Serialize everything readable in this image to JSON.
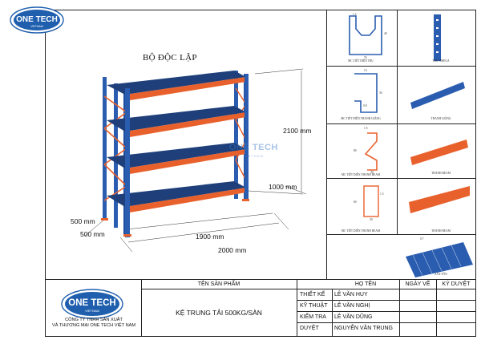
{
  "brand": {
    "logo_text": "ONE TECH",
    "logo_sub": "VIETNAM",
    "company_line1": "CÔNG TY TNHH SẢN XUẤT",
    "company_line2": "VÀ THƯƠNG MẠI ONE TECH VIỆT NAM",
    "primary_color": "#1f5fae",
    "accent_color": "#e8612c"
  },
  "drawing": {
    "title": "BỘ ĐỘC LẬP",
    "dims": {
      "height": "2100 mm",
      "depth": "1000 mm",
      "width_inner": "1900 mm",
      "width_total": "2000 mm",
      "side_a": "500 mm",
      "side_b": "500 mm"
    }
  },
  "details": {
    "upright_section": "MC TIẾT DIỆN TRỤ",
    "upright_omega": "TRỤ OMEGA",
    "brace_section": "MC TIẾT DIỆN THANH GIẰNG",
    "brace": "THANH GIẰNG",
    "beam_section": "MC TIẾT DIỆN THANH BEAM",
    "beam": "THANH BEAM",
    "beam2_section": "MC TIẾT DIỆN THANH BEAM",
    "beam2": "THANH BEAM",
    "deck": "SÀN TÔN",
    "dim_upright_w": "76",
    "dim_upright_h": "40",
    "dim_upright_t": "1.2",
    "dim_brace_w": "13",
    "dim_brace_h": "30",
    "dim_brace_t": "0.8",
    "dim_beam_h": "80",
    "dim_beam_w": "30",
    "dim_beam_t": "1.5",
    "dim_beam2_h": "60",
    "dim_beam2_w": "30",
    "dim_beam2_t": "1.5",
    "dim_deck_t": "0.7"
  },
  "title_block": {
    "product_header": "TÊN SẢN PHẨM",
    "product_name": "KỆ TRUNG TẢI 500KG/SÀN",
    "name_header": "HỌ TÊN",
    "date_header": "NGÀY VẼ",
    "sign_header": "KÝ DUYỆT",
    "rows": [
      {
        "role": "THIẾT KẾ",
        "name": "LÊ VĂN HUY"
      },
      {
        "role": "KỸ THUẬT",
        "name": "LÊ VĂN NGHỊ"
      },
      {
        "role": "KIỂM TRA",
        "name": "LÊ VĂN DŨNG"
      },
      {
        "role": "DUYỆT",
        "name": "NGUYỄN VĂN TRUNG"
      }
    ]
  }
}
